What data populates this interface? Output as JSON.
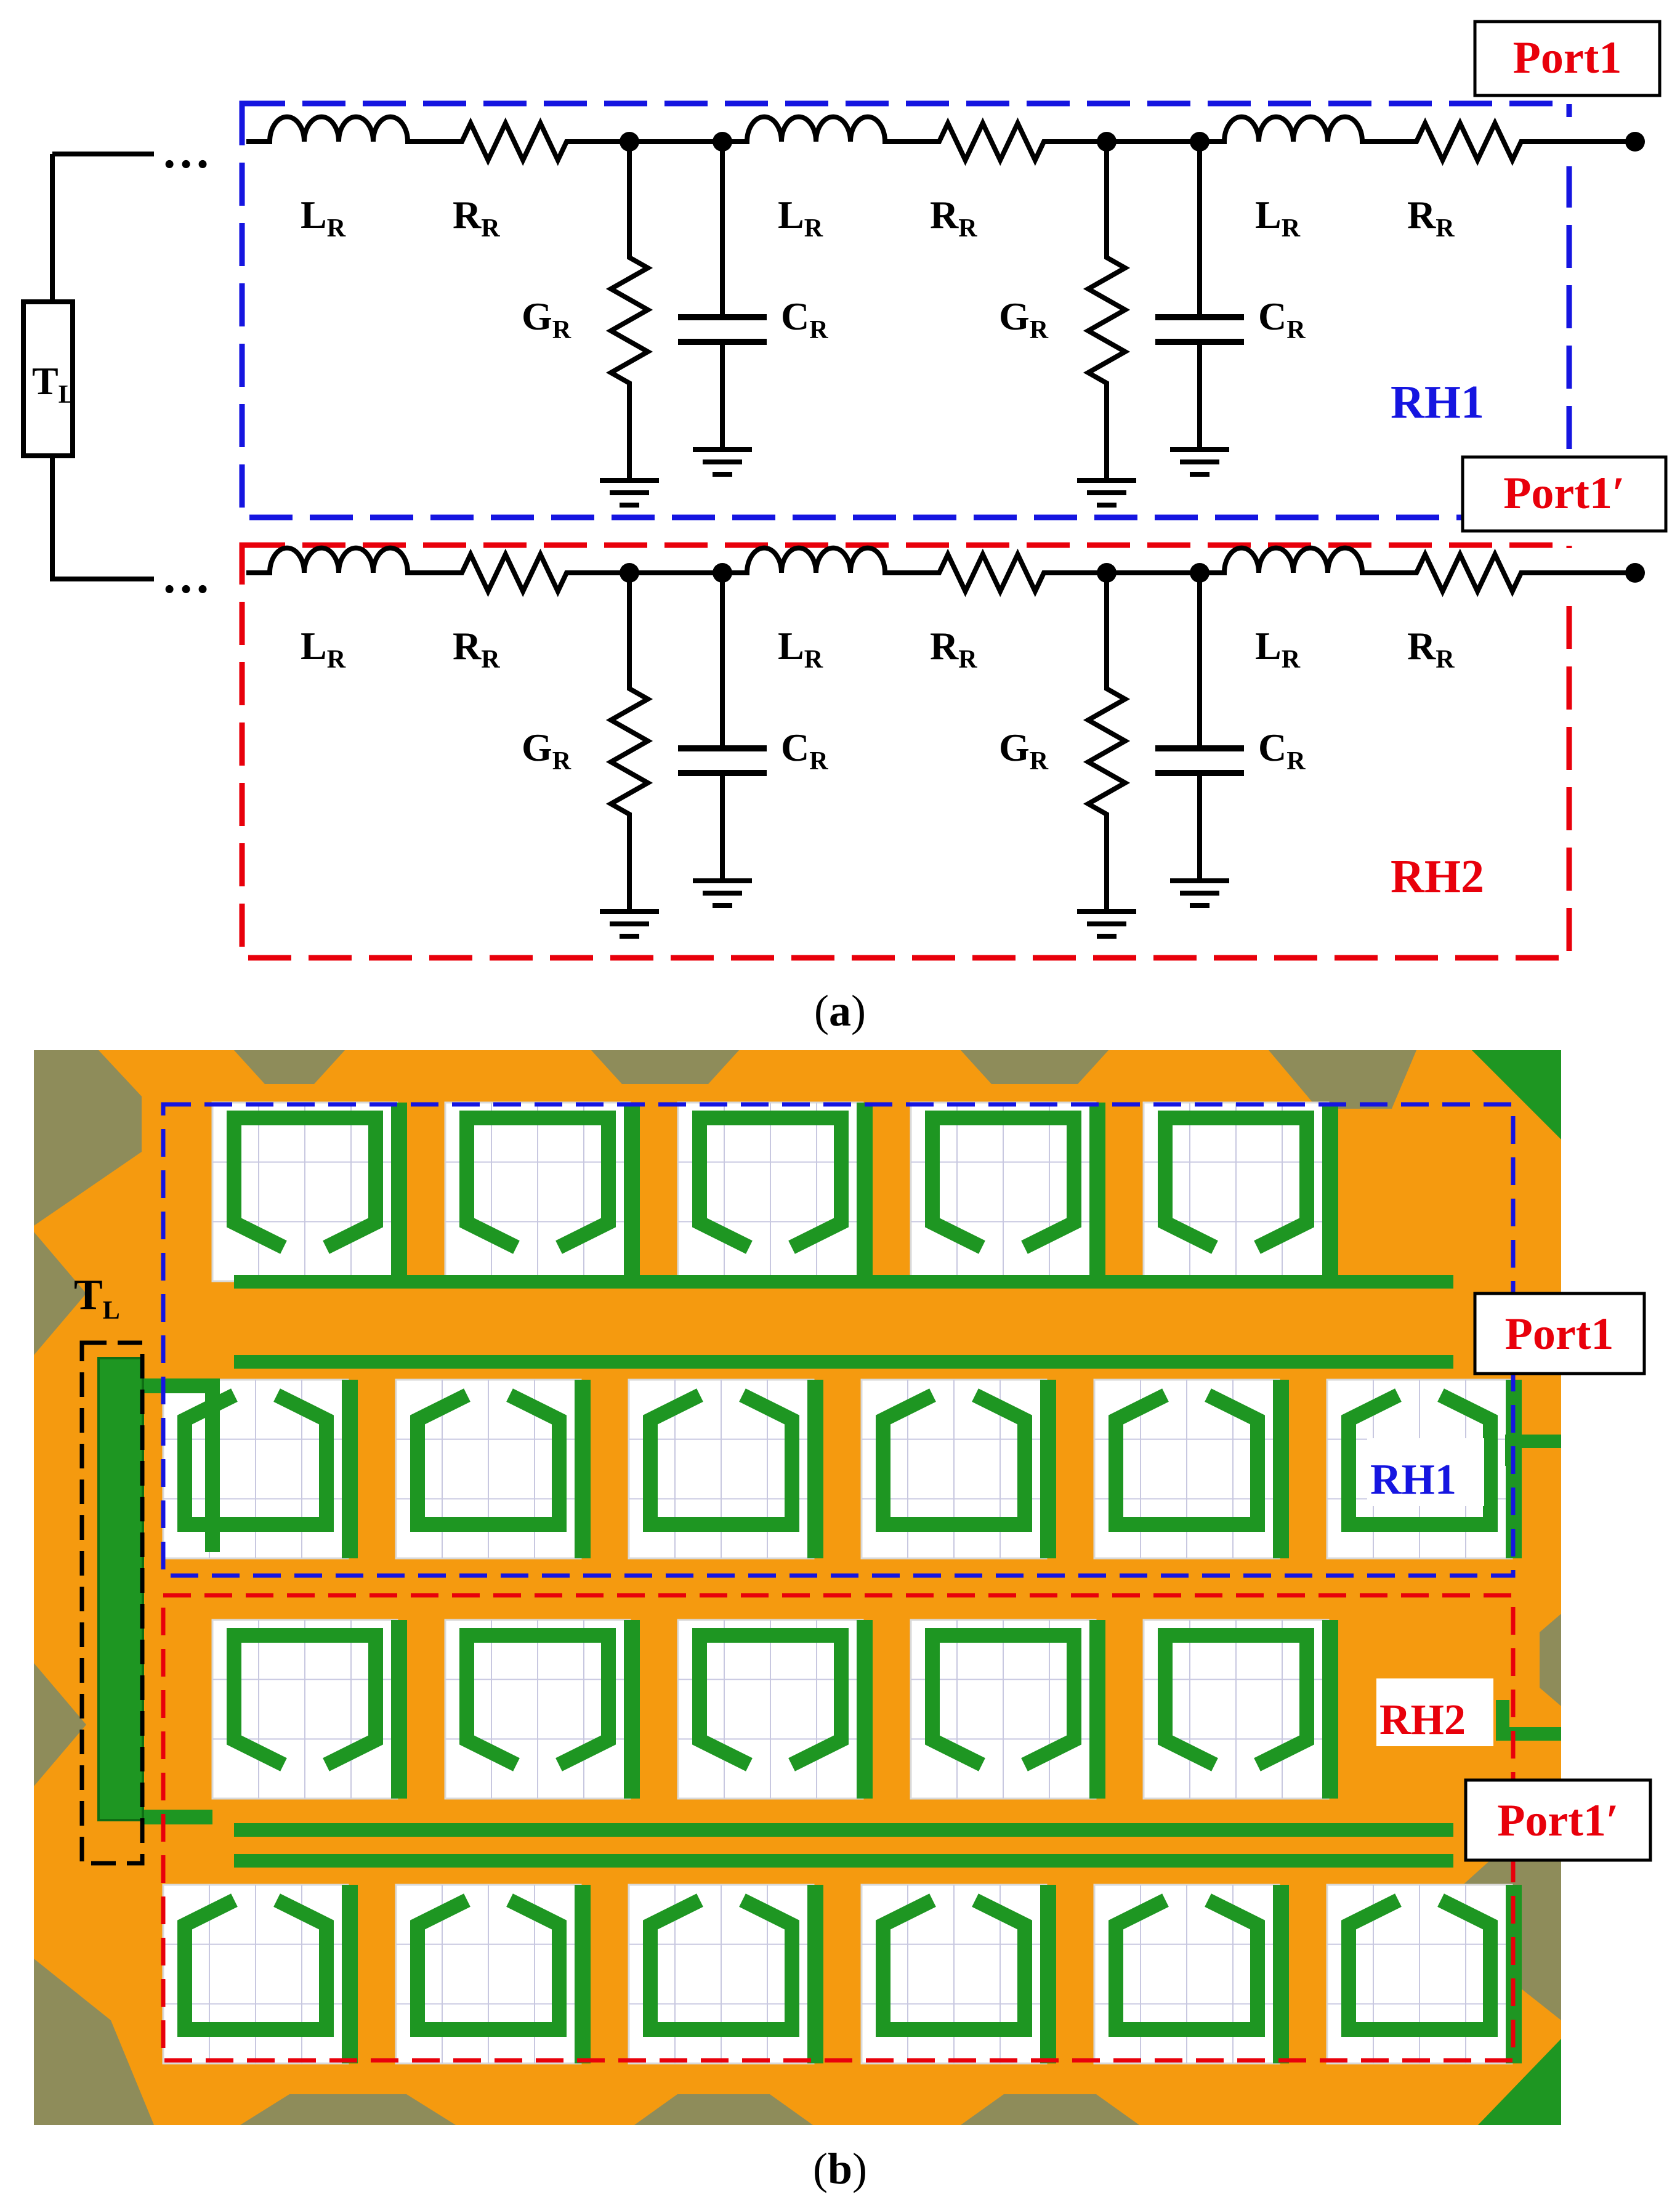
{
  "figure": {
    "panel_a": {
      "caption_open": "(",
      "caption_letter": "a",
      "caption_close": ")",
      "element_main": {
        "L": "L",
        "R": "R",
        "G": "G",
        "C": "C",
        "T": "T"
      },
      "element_sub": {
        "R": "R",
        "L": "L"
      },
      "ellipsis": "…",
      "ports": {
        "top": "Port1",
        "bottom": "Port1′"
      },
      "regions": {
        "top": "RH1",
        "bottom": "RH2"
      },
      "colors": {
        "top_region": "#1515e0",
        "bottom_region": "#e8000b",
        "port_text": "#e8000b",
        "wire": "#000000"
      }
    },
    "panel_b": {
      "caption_open": "(",
      "caption_letter": "b",
      "caption_close": ")",
      "tl_main": "T",
      "tl_sub": "L",
      "ports": {
        "top": "Port1",
        "bottom": "Port1′"
      },
      "regions": {
        "top": "RH1",
        "bottom": "RH2"
      },
      "colors": {
        "substrate": "#f59a0f",
        "metal": "#1e9622",
        "cell_fill": "#ffffff",
        "corner_pads": "#8e8c5a",
        "grid": "#c8c8e0"
      }
    }
  }
}
